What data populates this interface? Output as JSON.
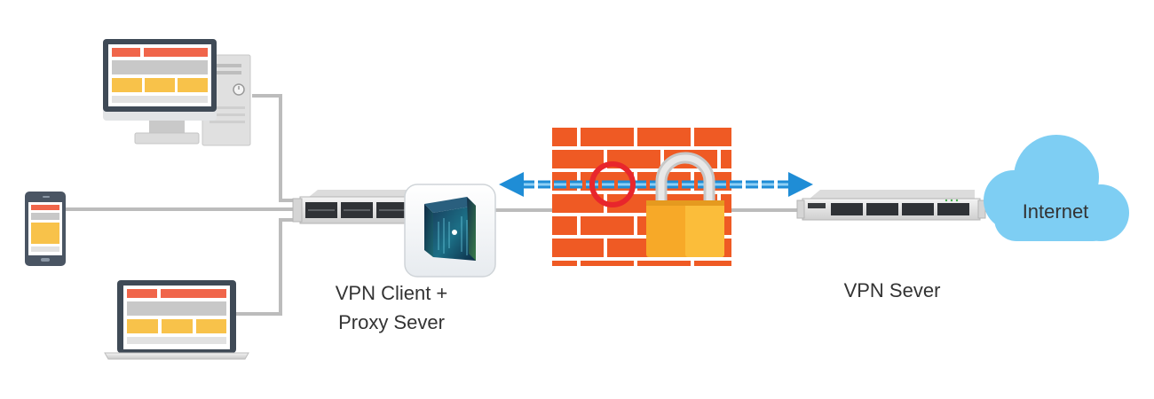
{
  "labels": {
    "client_line1": "VPN Client +",
    "client_line2": "Proxy Sever",
    "vpn_server": "VPN Sever",
    "internet": "Internet"
  },
  "colors": {
    "link": "#bcbcbc",
    "firewall_brick": "#ef5a24",
    "lock_body": "#f7a928",
    "tunnel_arrow": "#1f8dd6",
    "blocked_ring": "#e8262c",
    "cloud": "#7ecef3",
    "screen_orange": "#f0654a",
    "screen_yellow": "#f8c24a",
    "device_dark": "#4a5563"
  },
  "icons": {
    "desktop": "desktop-monitor-icon",
    "tower": "pc-tower-icon",
    "phone": "smartphone-icon",
    "laptop": "laptop-icon",
    "nas_client": "rack-nas-icon",
    "app": "vpn-proxy-app-icon",
    "firewall": "firewall-brick-wall-icon",
    "lock": "padlock-icon",
    "blocked": "blocked-ring-icon",
    "nas_server": "rack-nas-icon",
    "cloud": "internet-cloud-icon"
  }
}
